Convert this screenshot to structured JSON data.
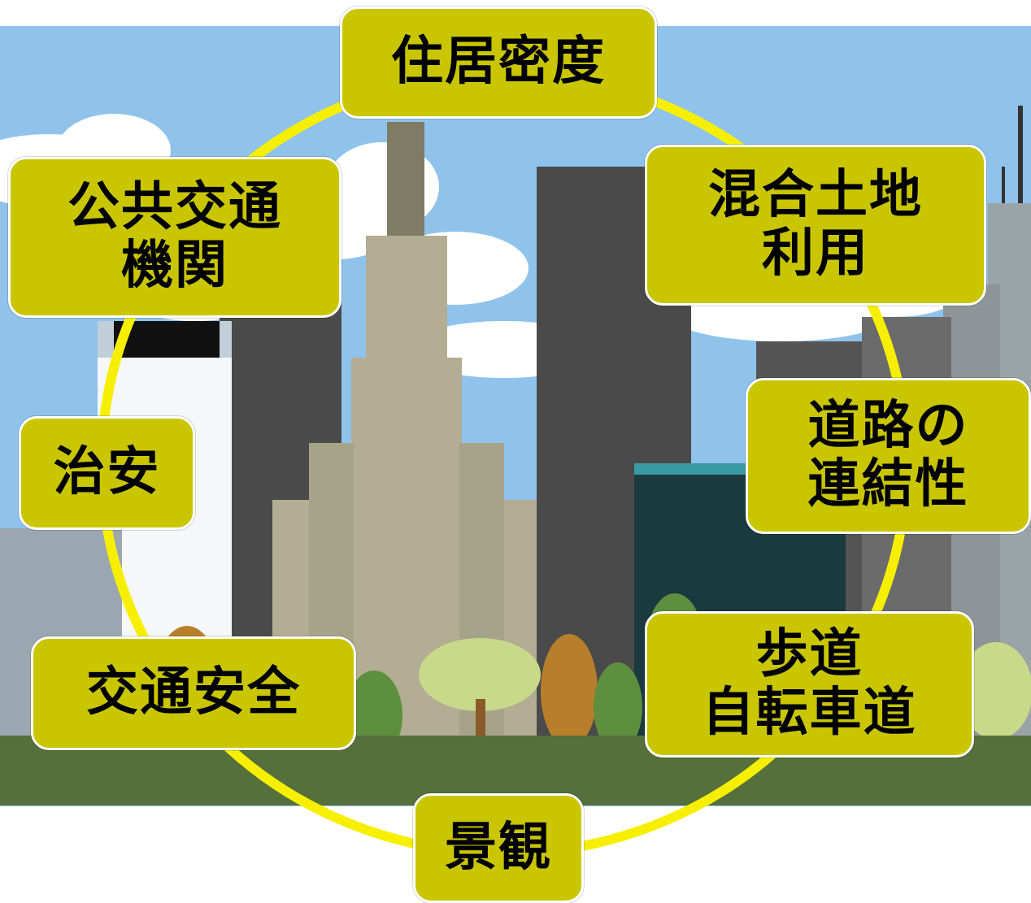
{
  "colors": {
    "sky": "#8fc3ec",
    "cloud": "#ffffff",
    "ground": "#55703a",
    "cycle_ring": "#f6f000",
    "node_fill": "#c9c600",
    "node_border": "#ffffff",
    "node_text": "#000000",
    "building_dark": "#4a4a4a",
    "building_tan": "#b2ad93",
    "building_olive": "#7f7c66",
    "building_gray": "#9aa3a6",
    "building_teal": "#3a9aa3",
    "building_white": "#f5f7f9",
    "tree_green": "#5e8f3e",
    "tree_light": "#c8d98a",
    "tree_orange": "#b77e2c",
    "trunk": "#8a5a2b"
  },
  "diagram": {
    "nodes": [
      {
        "id": "residential-density",
        "lines": [
          "住居密度"
        ]
      },
      {
        "id": "mixed-land-use",
        "lines": [
          "混合土地",
          "利用"
        ]
      },
      {
        "id": "road-connectivity",
        "lines": [
          "道路の",
          "連結性"
        ]
      },
      {
        "id": "sidewalk-bike-lane",
        "lines": [
          "歩道",
          "自転車道"
        ]
      },
      {
        "id": "landscape",
        "lines": [
          "景観"
        ]
      },
      {
        "id": "traffic-safety",
        "lines": [
          "交通安全"
        ]
      },
      {
        "id": "public-safety",
        "lines": [
          "治安"
        ]
      },
      {
        "id": "public-transport",
        "lines": [
          "公共交通",
          "機関"
        ]
      }
    ]
  }
}
